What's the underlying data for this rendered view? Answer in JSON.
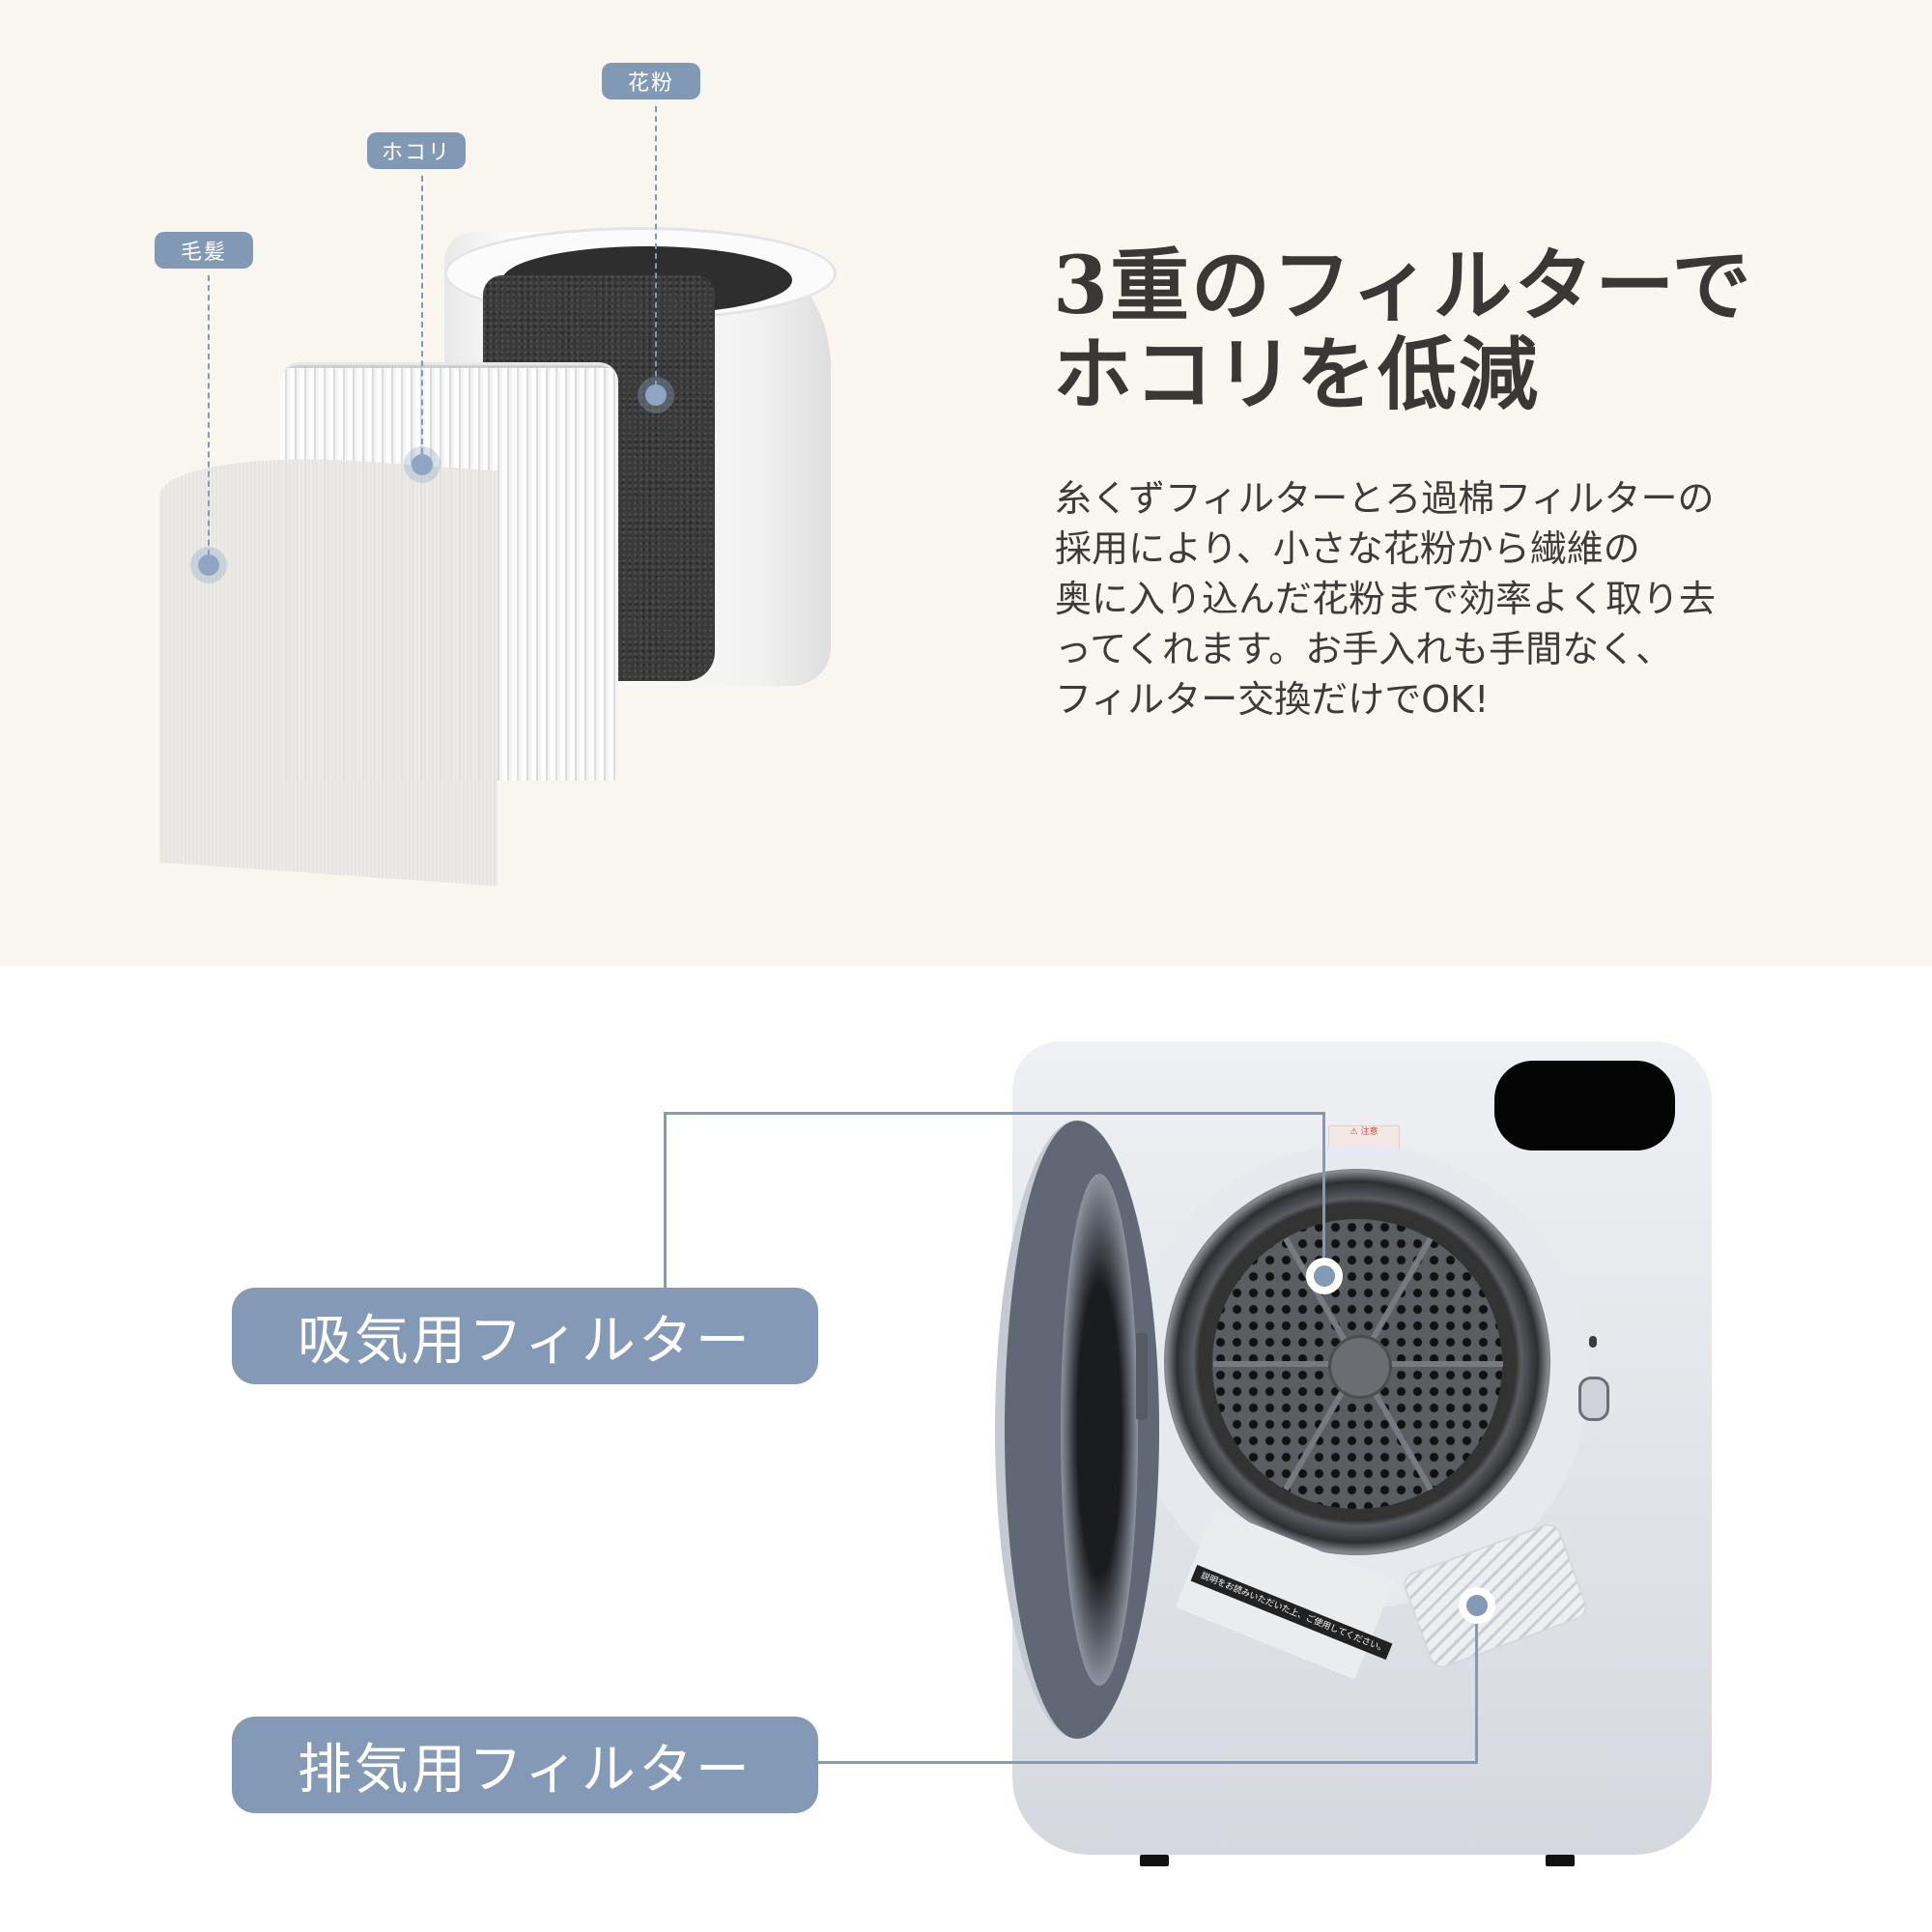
{
  "colors": {
    "top_background": "#f9f6f0",
    "bottom_background": "#ffffff",
    "accent": "#8499b6",
    "text_dark": "#3a3735"
  },
  "filter_section": {
    "tags": [
      {
        "label": "毛髪"
      },
      {
        "label": "ホコリ"
      },
      {
        "label": "花粉"
      }
    ],
    "headline": {
      "line1": "3重のフィルターで",
      "line2": "ホコリを低減"
    },
    "body_lines": [
      "糸くずフィルターとろ過棉フィルターの",
      "採用により、小さな花粉から繊維の",
      "奥に入り込んだ花粉まで効率よく取り去",
      "ってくれます。お手入れも手間なく、",
      "フィルター交換だけでOK!"
    ]
  },
  "dryer_section": {
    "warning_label": "注意",
    "sticker_text": "説明をお読みいただいた上、ご使用してください。",
    "callouts": [
      {
        "label": "吸気用フィルター"
      },
      {
        "label": "排気用フィルター"
      }
    ]
  }
}
